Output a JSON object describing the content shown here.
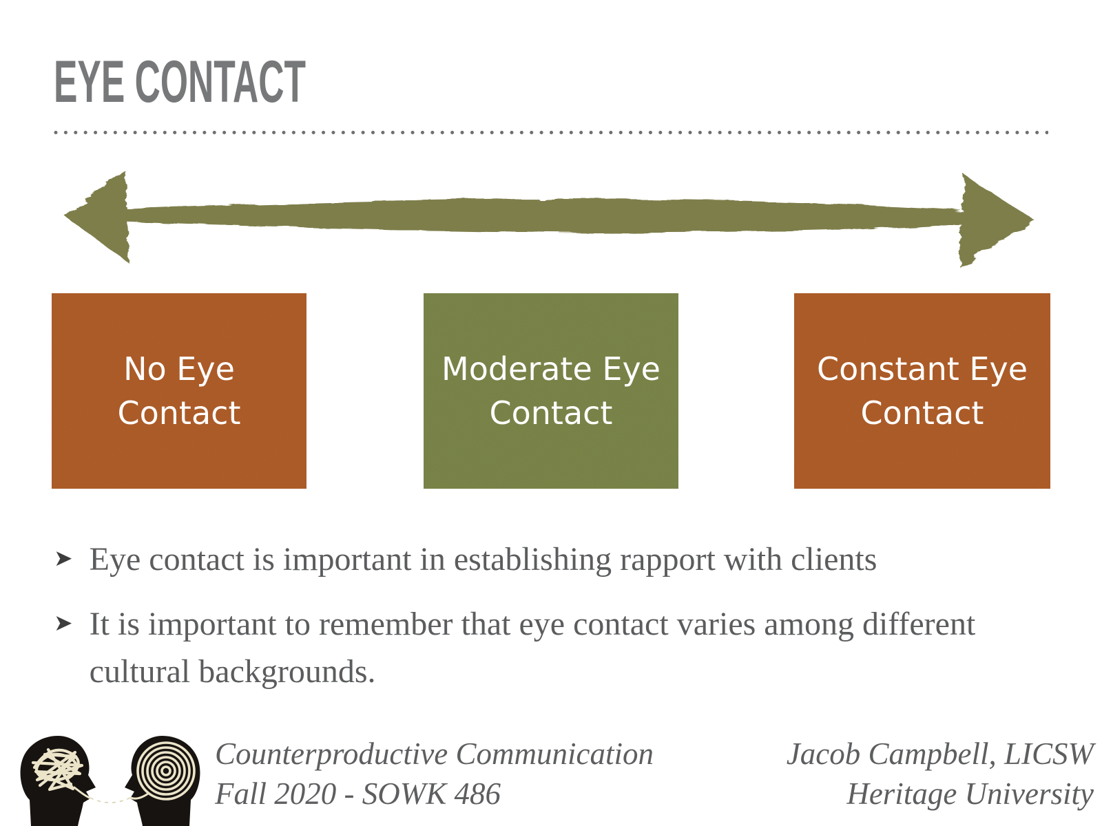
{
  "title": "EYE CONTACT",
  "spectrum": {
    "arrow_icon": "double-headed-arrow-icon",
    "boxes": [
      {
        "label": "No Eye\nContact",
        "color": "#AD5C28"
      },
      {
        "label": "Moderate Eye\nContact",
        "color": "#7A8549"
      },
      {
        "label": "Constant Eye\nContact",
        "color": "#AD5C28"
      }
    ]
  },
  "bullets": {
    "marker": "➤",
    "items": [
      "Eye contact is important in establishing rapport with clients",
      "It is important to remember that eye contact varies among different cultural backgrounds."
    ]
  },
  "footer": {
    "icon": "two-heads-communication-icon",
    "course_title": "Counterproductive Communication",
    "course_term": "Fall 2020 - SOWK 486",
    "author": "Jacob Campbell, LICSW",
    "institution": "Heritage University"
  },
  "colors": {
    "accent_brown": "#AD5C28",
    "accent_olive": "#7A8549",
    "arrow_olive": "#7E7E4B",
    "title_gray": "#77787A",
    "body_text_gray": "#5B5C5E",
    "footer_text_gray": "#5D5E60"
  }
}
